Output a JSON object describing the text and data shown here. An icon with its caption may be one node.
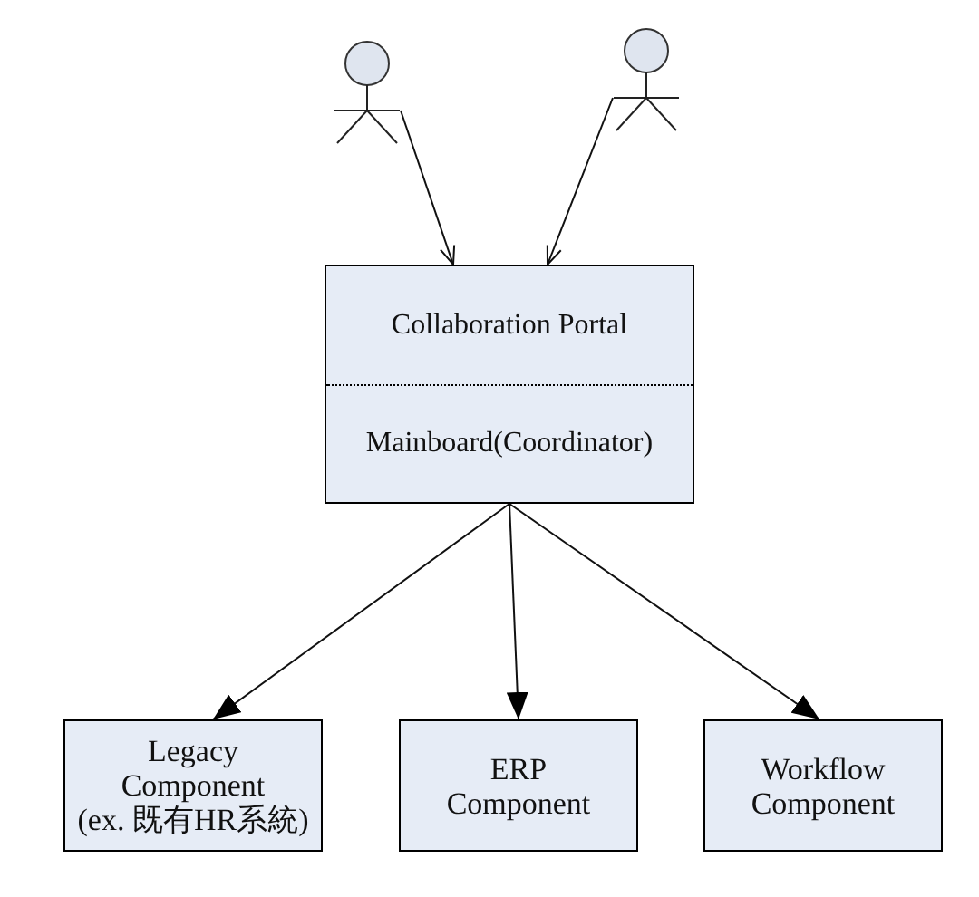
{
  "diagram": {
    "nodes": [
      {
        "text": [],
        "shape": "person"
      },
      {
        "text": [],
        "shape": "person"
      },
      {
        "text": [
          "Collaboration Portal",
          "Mainboard(Coordinator)"
        ]
      },
      {
        "text": [
          "Legacy Component (ex. 既有HR系統)"
        ]
      },
      {
        "text": [
          "ERP Component"
        ]
      },
      {
        "text": [
          "Workflow Component"
        ]
      }
    ],
    "edges": [
      {
        "from": 0,
        "to": 2,
        "arrow": "to"
      },
      {
        "from": 1,
        "to": 2,
        "arrow": "to"
      },
      {
        "from": 2,
        "to": 3,
        "arrow": "to"
      },
      {
        "from": 2,
        "to": 4,
        "arrow": "to"
      },
      {
        "from": 2,
        "to": 5,
        "arrow": "to"
      }
    ]
  }
}
